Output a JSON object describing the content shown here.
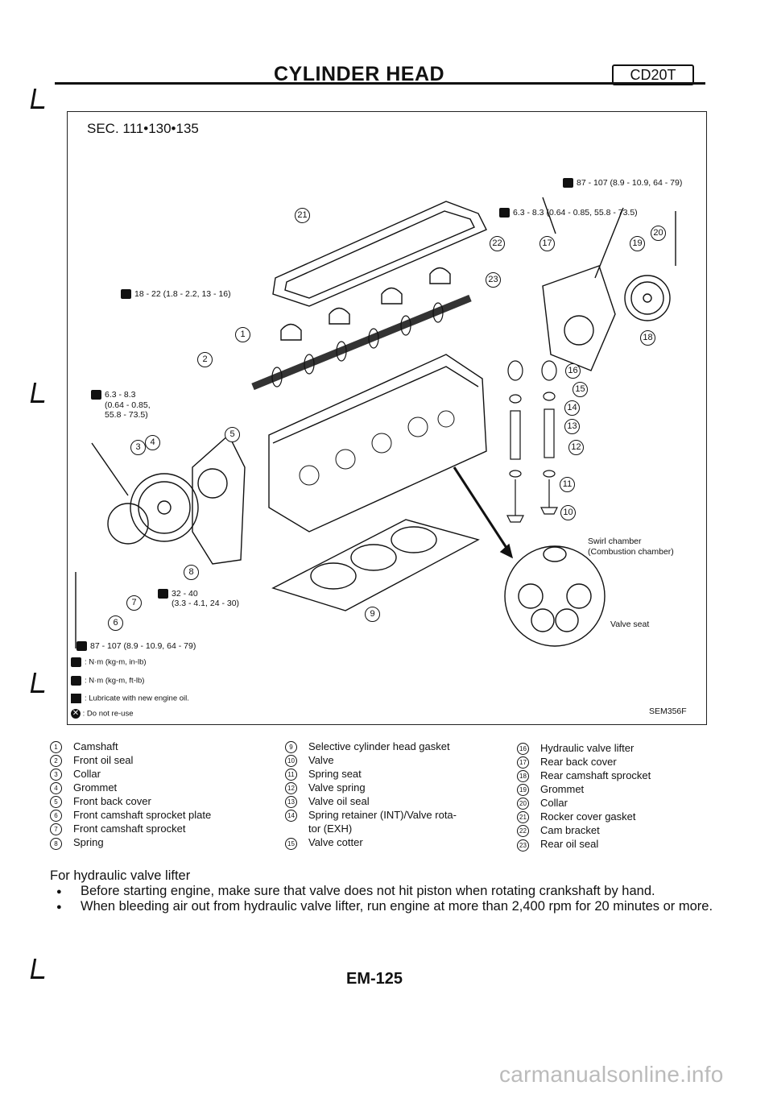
{
  "header": {
    "title": "CYLINDER HEAD",
    "engine_code": "CD20T"
  },
  "diagram": {
    "section": "SEC. 111•130•135",
    "torque_labels": {
      "top_right_1": "87 - 107 (8.9 - 10.9, 64 - 79)",
      "top_right_2": "6.3 - 8.3 (0.64 - 0.85, 55.8 - 73.5)",
      "left_top": "18 - 22 (1.8 - 2.2, 13 - 16)",
      "left_mid_1": "6.3 - 8.3",
      "left_mid_2": "(0.64 - 0.85,",
      "left_mid_3": "55.8 - 73.5)",
      "sprocket_1": "32 - 40",
      "sprocket_2": "(3.3 - 4.1, 24 - 30)",
      "bottom": "87 - 107 (8.9 - 10.9, 64 - 79)"
    },
    "callouts": [
      "21",
      "22",
      "17",
      "19",
      "20",
      "23",
      "18",
      "16",
      "15",
      "14",
      "13",
      "12",
      "11",
      "10",
      "1",
      "2",
      "3",
      "4",
      "5",
      "6",
      "7",
      "8",
      "9"
    ],
    "swirl_1": "Swirl chamber",
    "swirl_2": "(Combustion chamber)",
    "valve_seat": "Valve seat",
    "legend": {
      "nm_in": ": N·m (kg-m, in-lb)",
      "nm_ft": ": N·m (kg-m, ft-lb)",
      "lube": ": Lubricate with new engine oil.",
      "noreuse": ": Do not re-use"
    },
    "figure_id": "SEM356F"
  },
  "parts": {
    "col1": [
      {
        "num": "1",
        "name": "Camshaft"
      },
      {
        "num": "2",
        "name": "Front oil seal"
      },
      {
        "num": "3",
        "name": "Collar"
      },
      {
        "num": "4",
        "name": "Grommet"
      },
      {
        "num": "5",
        "name": "Front back cover"
      },
      {
        "num": "6",
        "name": "Front camshaft sprocket plate"
      },
      {
        "num": "7",
        "name": "Front camshaft sprocket"
      },
      {
        "num": "8",
        "name": "Spring"
      }
    ],
    "col2": [
      {
        "num": "9",
        "name": "Selective cylinder head gasket"
      },
      {
        "num": "10",
        "name": "Valve"
      },
      {
        "num": "11",
        "name": "Spring seat"
      },
      {
        "num": "12",
        "name": "Valve spring"
      },
      {
        "num": "13",
        "name": "Valve oil seal"
      },
      {
        "num": "14",
        "name": "Spring retainer (INT)/Valve rota-"
      },
      {
        "num": "",
        "name": "tor (EXH)"
      },
      {
        "num": "15",
        "name": "Valve cotter"
      }
    ],
    "col3": [
      {
        "num": "16",
        "name": "Hydraulic valve lifter"
      },
      {
        "num": "17",
        "name": "Rear back cover"
      },
      {
        "num": "18",
        "name": "Rear camshaft sprocket"
      },
      {
        "num": "19",
        "name": "Grommet"
      },
      {
        "num": "20",
        "name": "Collar"
      },
      {
        "num": "21",
        "name": "Rocker cover gasket"
      },
      {
        "num": "22",
        "name": "Cam bracket"
      },
      {
        "num": "23",
        "name": "Rear oil seal"
      }
    ]
  },
  "notes": {
    "heading": "For hydraulic valve lifter",
    "items": [
      "Before starting engine, make sure that valve does not hit piston when rotating crankshaft by hand.",
      "When bleeding air out from hydraulic valve lifter, run engine at more than 2,400 rpm for 20 minutes or more."
    ]
  },
  "footer": {
    "page": "EM-125"
  },
  "watermark": "carmanualsonline.info"
}
